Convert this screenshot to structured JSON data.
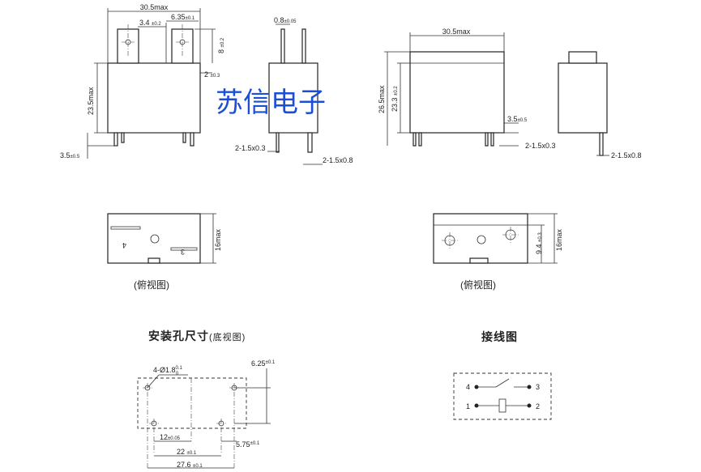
{
  "watermark": "苏信电子",
  "front": {
    "width": "30.5max",
    "pitch": "3.4",
    "pitch_tol": "±0.2",
    "tab_width": "6.35",
    "tab_width_tol": "±0.1",
    "tab_height": "8",
    "tab_height_tol": "±0.2",
    "tab_gap": "2",
    "tab_gap_tol": "±0.3",
    "height": "23.5max",
    "pin_len": "3.5",
    "pin_len_tol": "±0.5"
  },
  "side": {
    "tab_thick": "0.8",
    "tab_thick_tol": "±0.05",
    "pin_a": "2-1.5x0.3",
    "pin_b": "2-1.5x0.8"
  },
  "right_front": {
    "width": "30.5max",
    "height": "26.5max",
    "height2": "23.3",
    "height2_tol": "±0.2",
    "pin_len": "3.5",
    "pin_len_tol": "±0.5",
    "pin_a": "2-1.5x0.3"
  },
  "right_side": {
    "pin_b": "2-1.5x0.8"
  },
  "top_left": {
    "pin4": "4",
    "pin3": "3",
    "depth": "16max",
    "caption": "(俯视图)"
  },
  "top_right": {
    "offset": "9.4",
    "offset_tol": "±0.3",
    "depth": "16max",
    "caption": "(俯视图)"
  },
  "holes": {
    "title": "安装孔尺寸",
    "title_note": "(底视图)",
    "hole_spec": "4-Ø1.8",
    "hole_tol_up": "0.1",
    "hole_tol_dn": "0",
    "dim_625": "6.25",
    "dim_625_tol": "±0.1",
    "dim_12": "12",
    "dim_12_tol": "±0.05",
    "dim_575": "5.75",
    "dim_575_tol": "±0.1",
    "dim_22": "22",
    "dim_22_tol": "±0.1",
    "dim_276": "27.6",
    "dim_276_tol": "±0.1"
  },
  "wiring": {
    "title": "接线图",
    "pin4": "4",
    "pin3": "3",
    "pin1": "1",
    "pin2": "2"
  }
}
